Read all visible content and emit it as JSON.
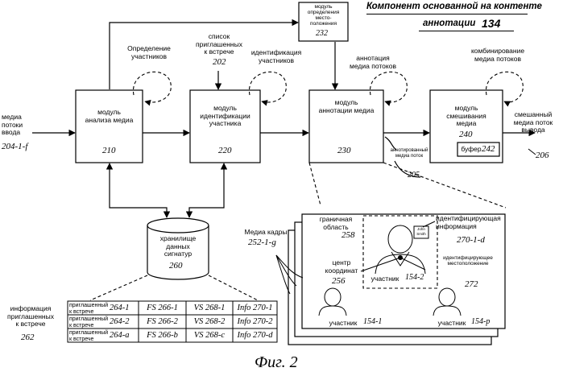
{
  "header": {
    "title": "Компонент основанной на контенте",
    "title2": "аннотации",
    "ref": "134"
  },
  "modules": {
    "analysis": {
      "label": "модуль\nанализа медиа",
      "ref": "210"
    },
    "ident": {
      "label": "модуль\nидентификации\nучастника",
      "ref": "220"
    },
    "annot": {
      "label": "модуль\nаннотации медиа",
      "ref": "230"
    },
    "mixing": {
      "label": "модуль\nсмешивания\nмедиа",
      "ref": "240",
      "buffer_label": "буфер",
      "buffer_ref": "242"
    },
    "location": {
      "label": "модуль\nопределения\nместо-\nположения",
      "ref": "232"
    },
    "storage": {
      "label": "хранилище\nданных\nсигнатур",
      "ref": "260"
    }
  },
  "labels": {
    "media_in": "медиа\nпотоки\nввода",
    "media_in_ref": "204-1-f",
    "participant_def": "Определение\nучастников",
    "invited_list": "список\nприглашенных\nк встрече",
    "invited_list_ref": "202",
    "participant_id": "идентификация\nучастников",
    "stream_annotation": "аннотация\nмедиа потоков",
    "stream_combining": "комбинирование\nмедиа потоков",
    "annotated_stream": "аннотированный\nмедиа поток",
    "annotated_stream_ref": "205",
    "mixed_out": "смешанный\nмедиа поток\nвывода",
    "mixed_out_ref": "206",
    "frames": "Медиа кадры",
    "frames_ref": "252-1-g",
    "boundary": "граничная\nобласть",
    "boundary_ref": "258",
    "center": "центр\nкоординат",
    "center_ref": "256",
    "ident_info": "идентифицирующая\nинформация",
    "ident_info_ref": "270-1-d",
    "ident_loc": "идентифицирующее\nместоположение",
    "frame_ref": "272",
    "nametag": "John\nSmith",
    "invite_info": "информация\nприглашенных\nк встрече",
    "invite_info_ref": "262",
    "figure": "Фиг. 2"
  },
  "participants": [
    {
      "label": "участник",
      "ref": "154-2"
    },
    {
      "label": "участник",
      "ref": "154-1"
    },
    {
      "label": "участник",
      "ref": "154-p"
    }
  ],
  "table": {
    "rows": [
      {
        "invitee": "приглашенный\nк встрече",
        "id": "264-1",
        "fs": "FS 266-1",
        "vs": "VS 268-1",
        "info": "Info 270-1"
      },
      {
        "invitee": "приглашенный\nк встрече",
        "id": "264-2",
        "fs": "FS 266-2",
        "vs": "VS 268-2",
        "info": "Info 270-2"
      },
      {
        "invitee": "приглашенный\nк встрече",
        "id": "264-a",
        "fs": "FS 266-b",
        "vs": "VS 268-c",
        "info": "Info 270-d"
      }
    ]
  }
}
